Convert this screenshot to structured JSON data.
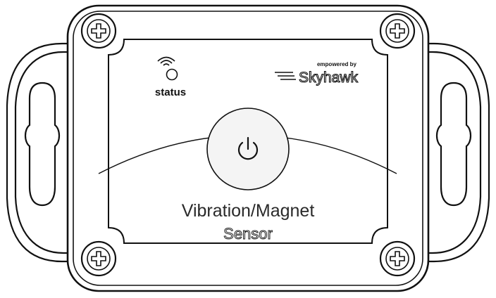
{
  "status": {
    "label": "status",
    "icon": "wireless-signal-icon"
  },
  "branding": {
    "tagline": "empowered by",
    "brand": "Skyhawk",
    "logo_icon": "skyhawk-speed-lines-icon"
  },
  "power_button": {
    "icon": "power-icon"
  },
  "product": {
    "line1": "Vibration/Magnet",
    "line2": "Sensor"
  },
  "colors": {
    "outline": "#111111",
    "face": "#ffffff",
    "button_fill": "#f4f4f4",
    "label_text": "#2a2a2a"
  }
}
